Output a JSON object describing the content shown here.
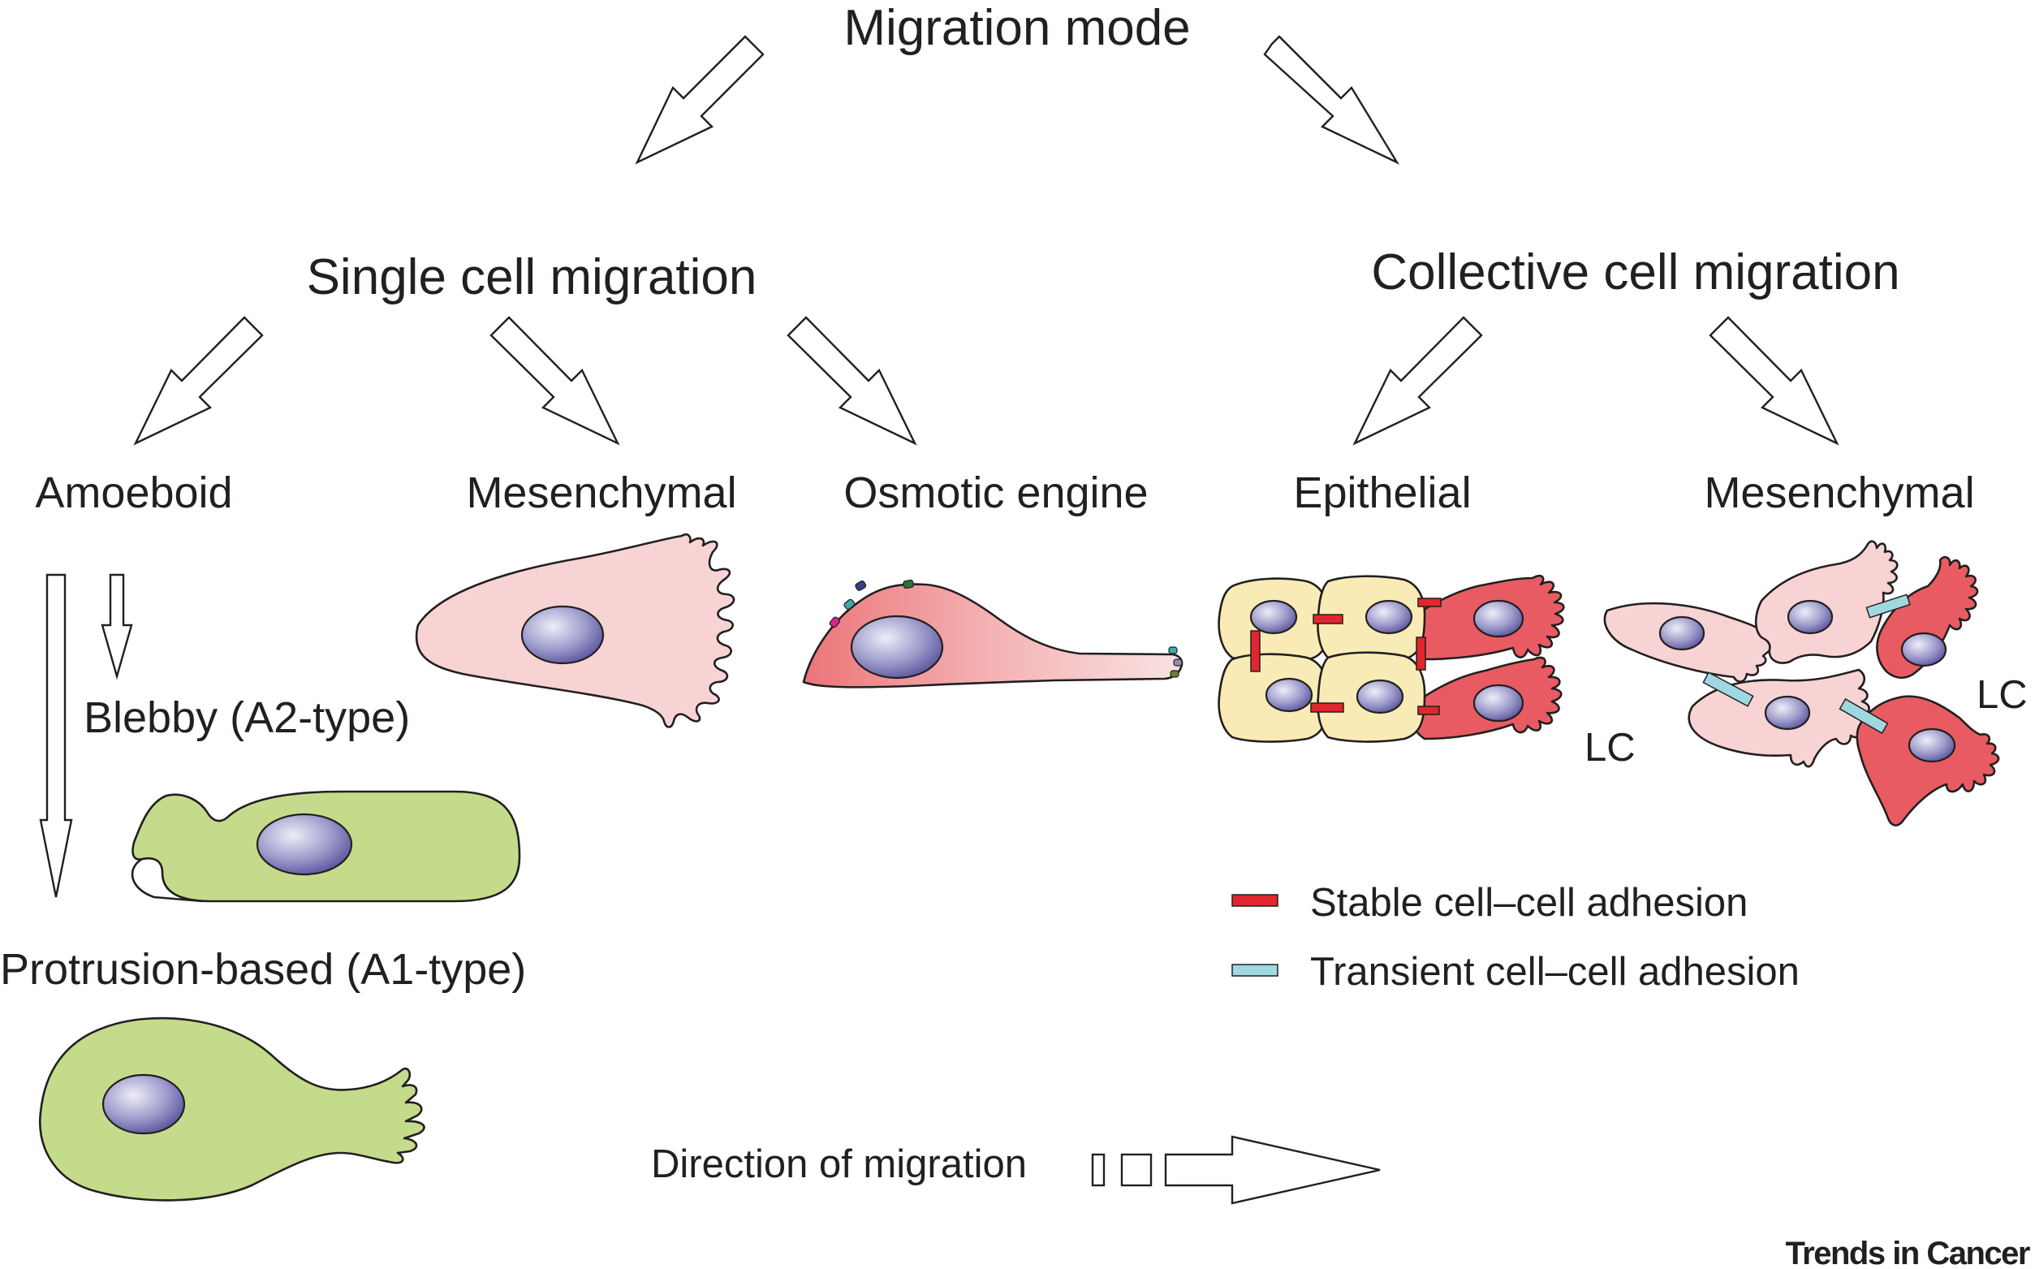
{
  "title": "Migration mode",
  "branches": {
    "single": "Single cell migration",
    "collective": "Collective cell migration"
  },
  "modes": {
    "amoeboid": "Amoeboid",
    "mesenchymal_single": "Mesenchymal",
    "osmotic": "Osmotic engine",
    "epithelial": "Epithelial",
    "mesenchymal_collective": "Mesenchymal"
  },
  "subtypes": {
    "blebby": "Blebby (A2-type)",
    "protrusion": "Protrusion-based (A1-type)"
  },
  "leader_cell_label": "LC",
  "legend": {
    "stable": "Stable cell–cell adhesion",
    "transient": "Transient cell–cell adhesion"
  },
  "direction_label": "Direction of migration",
  "credit": "Trends in Cancer",
  "colors": {
    "green_cell": "#c5db8c",
    "pink_cell": "#f7d3d4",
    "red_cell": "#e85b62",
    "yellow_cell": "#f8ebb6",
    "nucleus_light": "#e8e8f5",
    "nucleus_dark": "#5a569f",
    "stable_adhesion": "#e2262d",
    "transient_adhesion": "#9fd8e0"
  }
}
